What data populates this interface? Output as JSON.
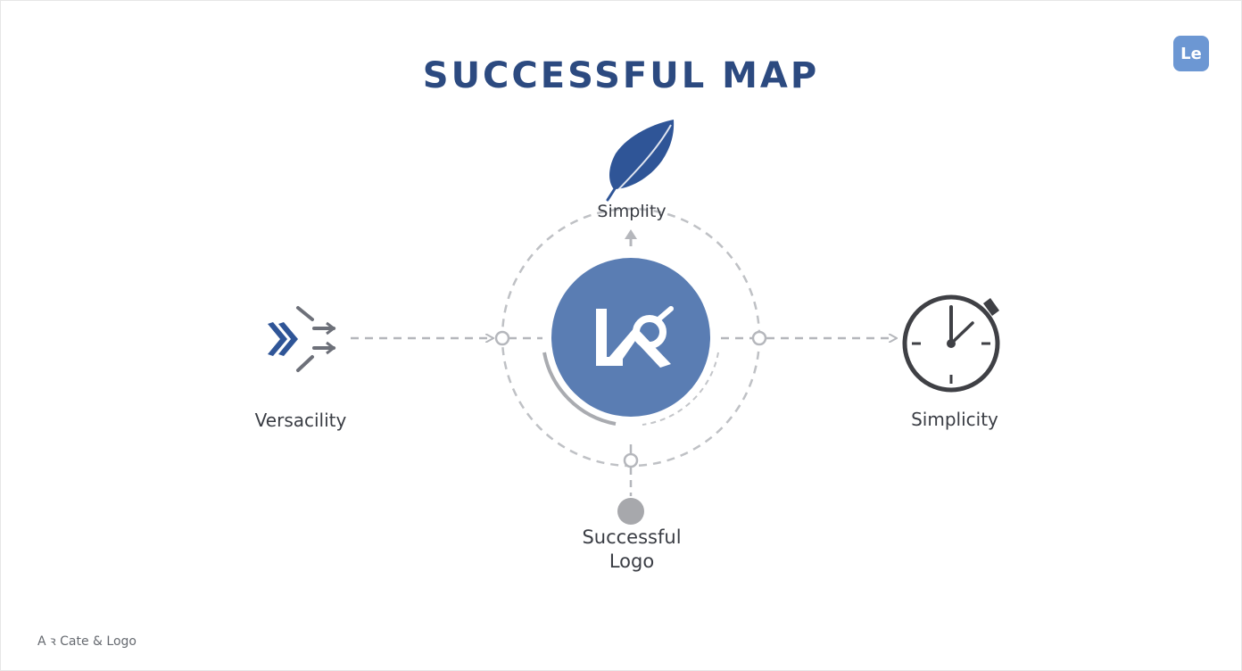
{
  "diagram": {
    "title": "SUCCESSFUL MAP",
    "corner_logo_text": "Le",
    "nodes": {
      "top": {
        "label": "Simplity",
        "icon": "feather-icon"
      },
      "left": {
        "label": "Versacility",
        "icon": "chevrons-arrows-icon"
      },
      "right": {
        "label": "Simplicity",
        "icon": "stopwatch-icon"
      },
      "bottom": {
        "label_line1": "Successful",
        "label_line2": "Logo",
        "icon": "gray-dot-icon"
      }
    },
    "center": {
      "icon": "lk-logo-icon"
    },
    "footer": "A ꝛ Cate & Logo",
    "colors": {
      "title": "#2c4a80",
      "center_circle": "#5a7db3",
      "icon_blue": "#2f5597",
      "connector_gray": "#b5b7bc",
      "stopwatch": "#3f4045"
    }
  }
}
